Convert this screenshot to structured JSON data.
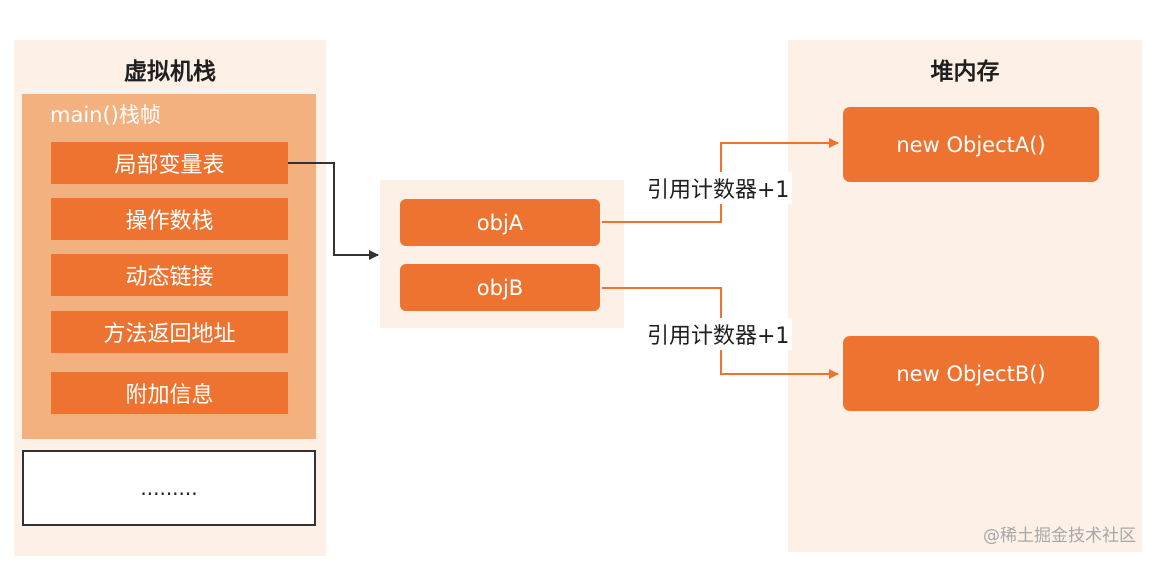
{
  "stack": {
    "title": "虚拟机栈",
    "frame_label": "main()栈帧",
    "slots": [
      "局部变量表",
      "操作数栈",
      "动态链接",
      "方法返回地址",
      "附加信息"
    ],
    "more": "........."
  },
  "refs": [
    "objA",
    "objB"
  ],
  "heap": {
    "title": "堆内存",
    "objects": [
      "new ObjectA()",
      "new ObjectB()"
    ]
  },
  "edges": {
    "objA_label": "引用计数器+1",
    "objB_label": "引用计数器+1"
  },
  "watermark": "@稀土掘金技术社区",
  "colors": {
    "panel": "#fdf1e7",
    "frame": "#f2b17f",
    "box": "#ee7330",
    "arrow_orange": "#ee7330",
    "arrow_dark": "#333333"
  }
}
